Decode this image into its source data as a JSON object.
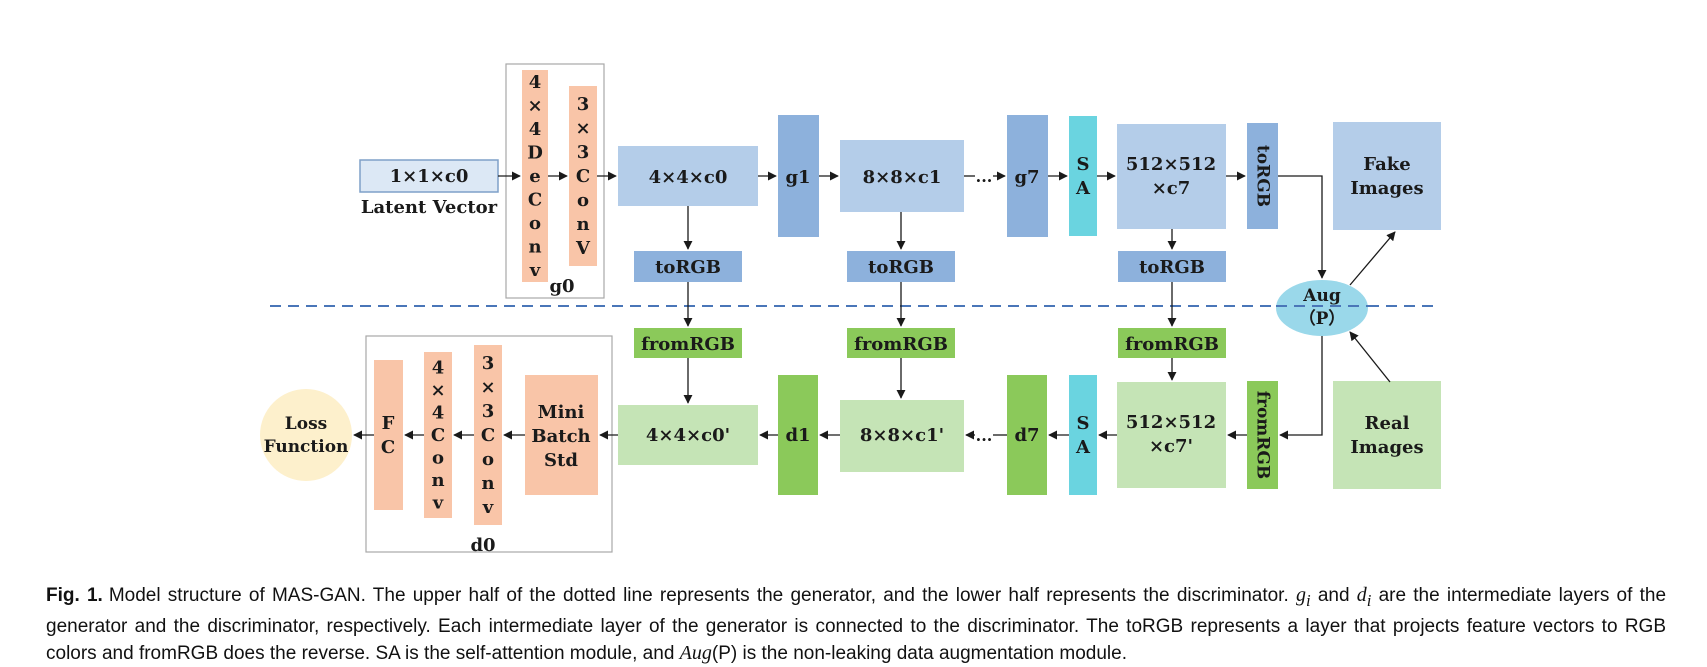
{
  "generator": {
    "latent_box": "1×1×c0",
    "latent_label": "Latent Vector",
    "g0_deconv": "4×4DeConv",
    "g0_conv": "3×3ConV",
    "g0_label": "g0",
    "block_4x4": "4×4×c0",
    "g1": "g1",
    "block_8x8": "8×8×c1",
    "ellipsis": "...",
    "g7": "g7",
    "sa": "SA",
    "block_512_line1": "512×512",
    "block_512_line2": "×c7",
    "to_rgb_side": "toRGB",
    "fake_images_line1": "Fake",
    "fake_images_line2": "Images",
    "to_rgb_1": "toRGB",
    "to_rgb_2": "toRGB",
    "to_rgb_3": "toRGB"
  },
  "augmentation": {
    "line1": "Aug",
    "line2": "（P）"
  },
  "discriminator": {
    "from_rgb_1": "fromRGB",
    "from_rgb_2": "fromRGB",
    "from_rgb_3": "fromRGB",
    "from_rgb_side": "fromRGB",
    "real_images_line1": "Real",
    "real_images_line2": "Images",
    "block_512_line1": "512×512",
    "block_512_line2": "×c7'",
    "sa": "SA",
    "d7": "d7",
    "ellipsis": "...",
    "block_8x8": "8×8×c1'",
    "d1": "d1",
    "block_4x4": "4×4×c0'",
    "mbstd_line1": "Mini",
    "mbstd_line2": "Batch",
    "mbstd_line3": "Std",
    "d0_conv3": "3×3Conv",
    "d0_conv4": "4×4Conv",
    "fc": "FC",
    "d0_label": "d0",
    "loss_line1": "Loss",
    "loss_line2": "Function"
  },
  "caption": {
    "label": "Fig. 1.",
    "part1": "Model structure of MAS-GAN. The upper half of the dotted line represents the generator, and the lower half represents the discriminator.",
    "gi": "g",
    "gi_sub": "i",
    "and_word": "and",
    "di": "d",
    "di_sub": "i",
    "part2": "are the intermediate layers of the generator and the discriminator, respectively. Each intermediate layer of the generator is connected to the discriminator. The toRGB represents a layer that projects feature vectors to RGB colors and fromRGB does the reverse. SA is the self-attention module, and",
    "aug": "Aug",
    "aug_arg": "(P)",
    "part3": "is the non-leaking data augmentation module."
  },
  "colors": {
    "light_blue": "#b4cde9",
    "mid_blue": "#8db1dc",
    "latent_fill": "#dce8f5",
    "latent_stroke": "#7ea0c8",
    "cyan": "#6ad4e0",
    "peach": "#f9c5a8",
    "light_green": "#c5e4b6",
    "green": "#8bc95a",
    "aug_ellipse": "#9ad8ea",
    "loss_fill": "#fdf0cc",
    "dashed_line": "#4a76b8",
    "arrow": "#1a1a1a",
    "frame": "#a8a8a8"
  }
}
